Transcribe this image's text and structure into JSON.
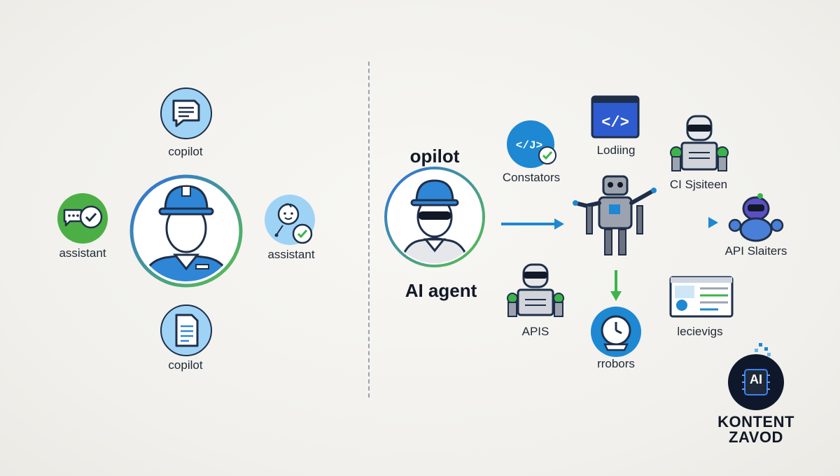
{
  "left": {
    "top_label": "copilot",
    "bottom_label": "copilot",
    "left_label": "assistant",
    "right_label": "assistant"
  },
  "right": {
    "title_top": "opilot",
    "title_bottom": "AI agent",
    "code_badge_label": "Constators",
    "window_label": "Lodiing",
    "robot_top_right_label": "CI Sjsiteen",
    "robot_purple_label": "API Slaiters",
    "robot_bottom_left_label": "APIS",
    "gear_label": "rrobors",
    "dashboard_label": "lecievigs"
  },
  "brand": {
    "logo_text": "AI",
    "line1": "KONTENT",
    "line2": "ZAVOD"
  },
  "colors": {
    "blue": "#1e88d2",
    "light_blue": "#9fd3f5",
    "green": "#3cb44a",
    "navy": "#1f2f4a"
  }
}
